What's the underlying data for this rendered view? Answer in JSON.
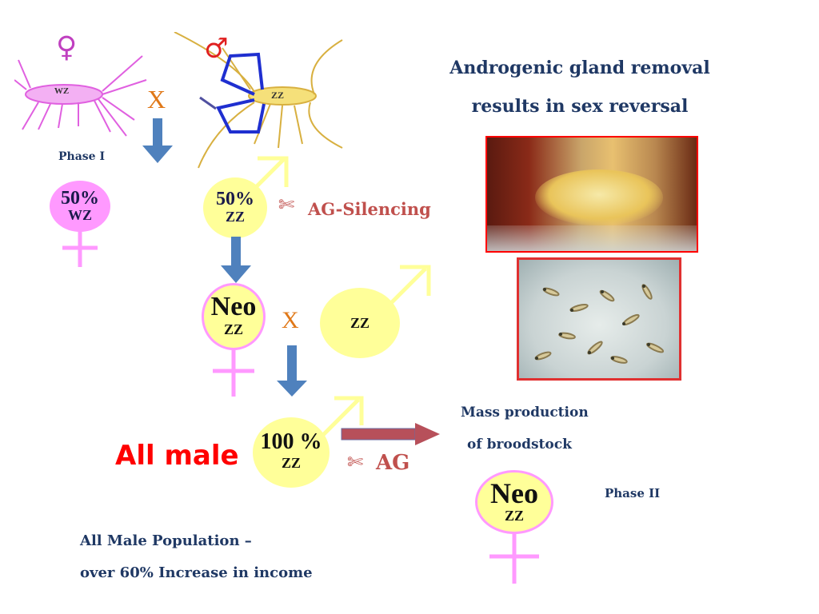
{
  "header": {
    "line1": "Androgenic gland removal",
    "line2": "results in sex reversal"
  },
  "cross_top": {
    "female_symbol": "♀",
    "male_symbol": "♂",
    "female_label": "WZ",
    "male_label": "ZZ",
    "cross_mark": "X"
  },
  "phase1": {
    "label": "Phase I"
  },
  "offspring": {
    "female": {
      "percent": "50%",
      "label": "WZ"
    },
    "male": {
      "percent": "50%",
      "label": "ZZ"
    }
  },
  "ag_silencing": {
    "scissors": "✄",
    "text": "AG-Silencing"
  },
  "neo_female": {
    "title": "Neo",
    "label": "ZZ"
  },
  "cross_mid": {
    "mark": "X",
    "male_label": "ZZ"
  },
  "result": {
    "all_male_text": "All male",
    "percent": "100 %",
    "label": "ZZ",
    "scissors": "✄",
    "ag_text": "AG"
  },
  "mass_production": {
    "line1": "Mass production",
    "line2": "of broodstock"
  },
  "neo_phase2": {
    "title": "Neo",
    "label": "ZZ"
  },
  "phase2": {
    "label": "Phase II"
  },
  "footer": {
    "line1": "All Male Population –",
    "line2": "over 60% Increase in income"
  },
  "colors": {
    "navy": "#1f3864",
    "yellow_circle": "#ffff99",
    "pink": "#ff99ff",
    "red_text": "#ff0000",
    "ag_red": "#c0504d",
    "arrow_blue": "#4f81bd",
    "photo_border": "#ff0000"
  }
}
